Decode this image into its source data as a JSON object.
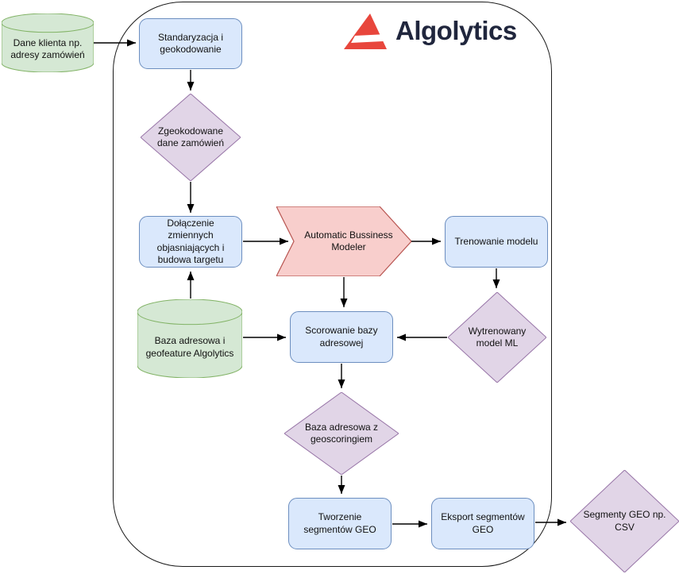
{
  "logo": {
    "text": "Algolytics"
  },
  "colors": {
    "process_fill": "#dae8fc",
    "process_stroke": "#6c8ebf",
    "data_fill": "#d5e8d4",
    "data_stroke": "#82b366",
    "decision_fill": "#e1d5e7",
    "decision_stroke": "#9673a6",
    "abm_fill": "#f8cecc",
    "abm_stroke": "#b85450",
    "logo_red": "#e8463c",
    "logo_navy": "#20263d",
    "arrow_color": "#000000"
  },
  "nodes": {
    "client_data": {
      "label": "Dane klienta np.\nadresy zamówień"
    },
    "standardization": {
      "label": "Standaryzacja i\ngeokodowanie"
    },
    "geocoded_orders": {
      "label": "Zgeokodowane\ndane zamówień"
    },
    "join_variables": {
      "label": "Dołączenie\nzmiennych\nobjasniających i\nbudowa targetu"
    },
    "abm": {
      "label": "Automatic Bussiness\nModeler"
    },
    "model_training": {
      "label": "Trenowanie modelu"
    },
    "trained_model": {
      "label": "Wytrenowany\nmodel ML"
    },
    "address_base": {
      "label": "Baza adresowa i\ngeofeature Algolytics"
    },
    "scoring": {
      "label": "Scorowanie bazy\nadresowej"
    },
    "scored_base": {
      "label": "Baza adresowa z\ngeoscoringiem"
    },
    "segments_creation": {
      "label": "Tworzenie\nsegmentów GEO"
    },
    "segments_export": {
      "label": "Eksport segmentów\nGEO"
    },
    "segments_csv": {
      "label": "Segmenty GEO np.\nCSV"
    }
  }
}
